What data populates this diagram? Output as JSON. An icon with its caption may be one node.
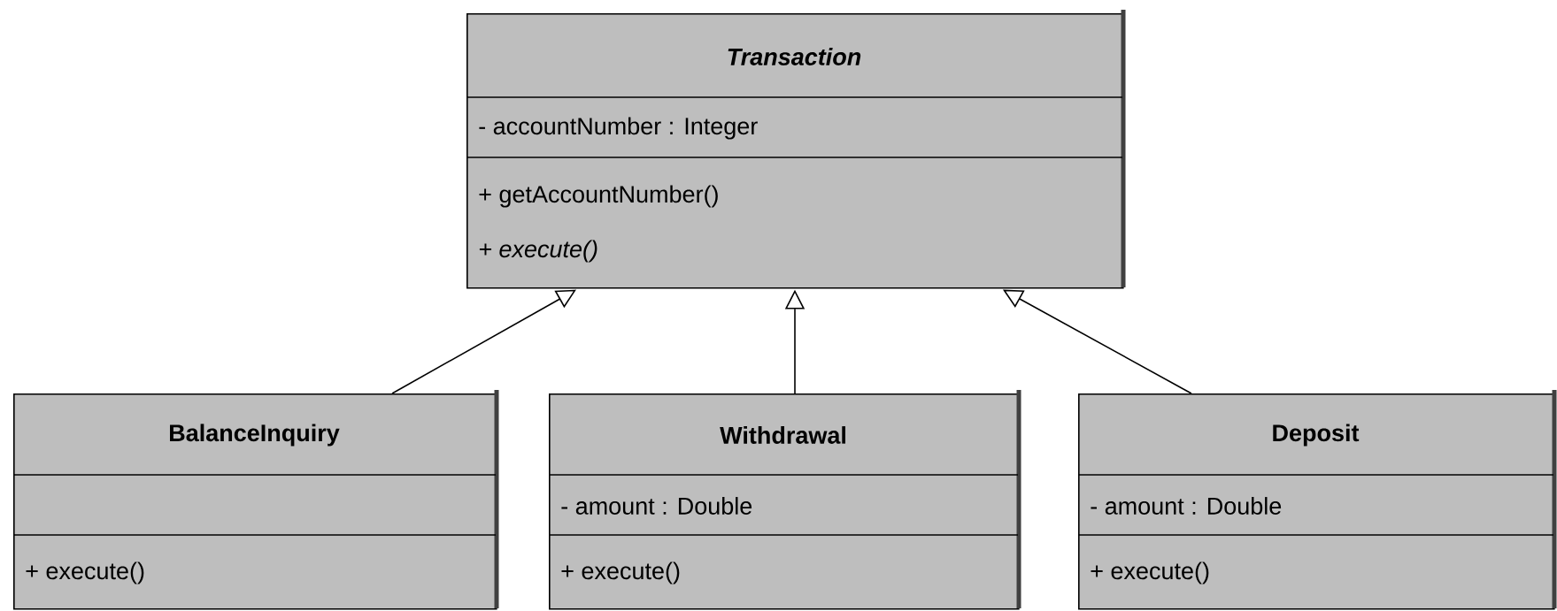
{
  "diagram": {
    "nodes": [
      {
        "text": [
          "Transaction",
          "- accountNumber : Integer",
          "+ getAccountNumber()",
          "+ execute()"
        ]
      },
      {
        "text": [
          "BalanceInquiry",
          "+ execute()"
        ]
      },
      {
        "text": [
          "Withdrawal",
          "- amount : Double",
          "+ execute()"
        ]
      },
      {
        "text": [
          "Deposit",
          "- amount : Double",
          "+ execute()"
        ]
      }
    ],
    "edges": [
      {
        "from": 1,
        "to": 0,
        "arrow": "to"
      },
      {
        "from": 2,
        "to": 0,
        "arrow": "to"
      },
      {
        "from": 3,
        "to": 0,
        "arrow": "to"
      }
    ]
  }
}
